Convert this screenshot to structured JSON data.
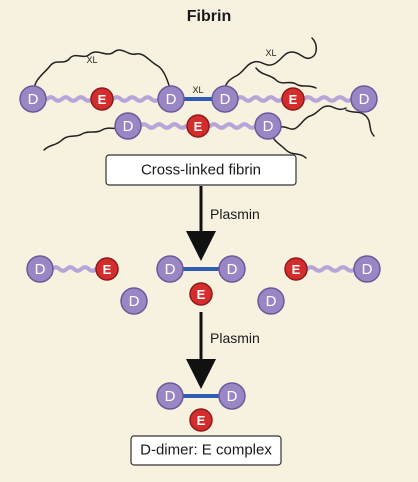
{
  "title": "Fibrin",
  "labels": {
    "d": "D",
    "e": "E",
    "xl": "XL",
    "box_top": "Cross-linked fibrin",
    "arrow1": "Plasmin",
    "arrow2": "Plasmin",
    "box_bottom": "D-dimer: E complex"
  },
  "colors": {
    "background": "#f7f2df",
    "d_fill": "#9a86c4",
    "d_stroke": "#6b5a98",
    "e_fill": "#d42d2d",
    "e_stroke": "#8f1a1a",
    "coil": "#b7a5d8",
    "crosslink": "#2d5cb0",
    "tail": "#222222"
  }
}
